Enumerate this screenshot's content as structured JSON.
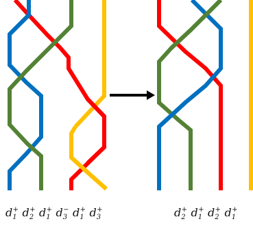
{
  "colors": {
    "red": "#ff0000",
    "blue": "#0070c0",
    "green": "#548235",
    "yellow": "#ffc000",
    "arrow": "#000000"
  },
  "left_word": {
    "generators": [
      {
        "base": "d",
        "sub": "1",
        "sup": "+"
      },
      {
        "base": "d",
        "sub": "2",
        "sup": "+"
      },
      {
        "base": "d",
        "sub": "1",
        "sup": "+"
      },
      {
        "base": "d",
        "sub": "3",
        "sup": "−"
      },
      {
        "base": "d",
        "sub": "1",
        "sup": "+"
      },
      {
        "base": "d",
        "sub": "3",
        "sup": "+"
      }
    ]
  },
  "right_word": {
    "generators": [
      {
        "base": "d",
        "sub": "2",
        "sup": "+"
      },
      {
        "base": "d",
        "sub": "1",
        "sup": "+"
      },
      {
        "base": "d",
        "sub": "2",
        "sup": "+"
      },
      {
        "base": "d",
        "sub": "1",
        "sup": "+"
      }
    ]
  },
  "arrow_icon": "right-arrow-icon"
}
